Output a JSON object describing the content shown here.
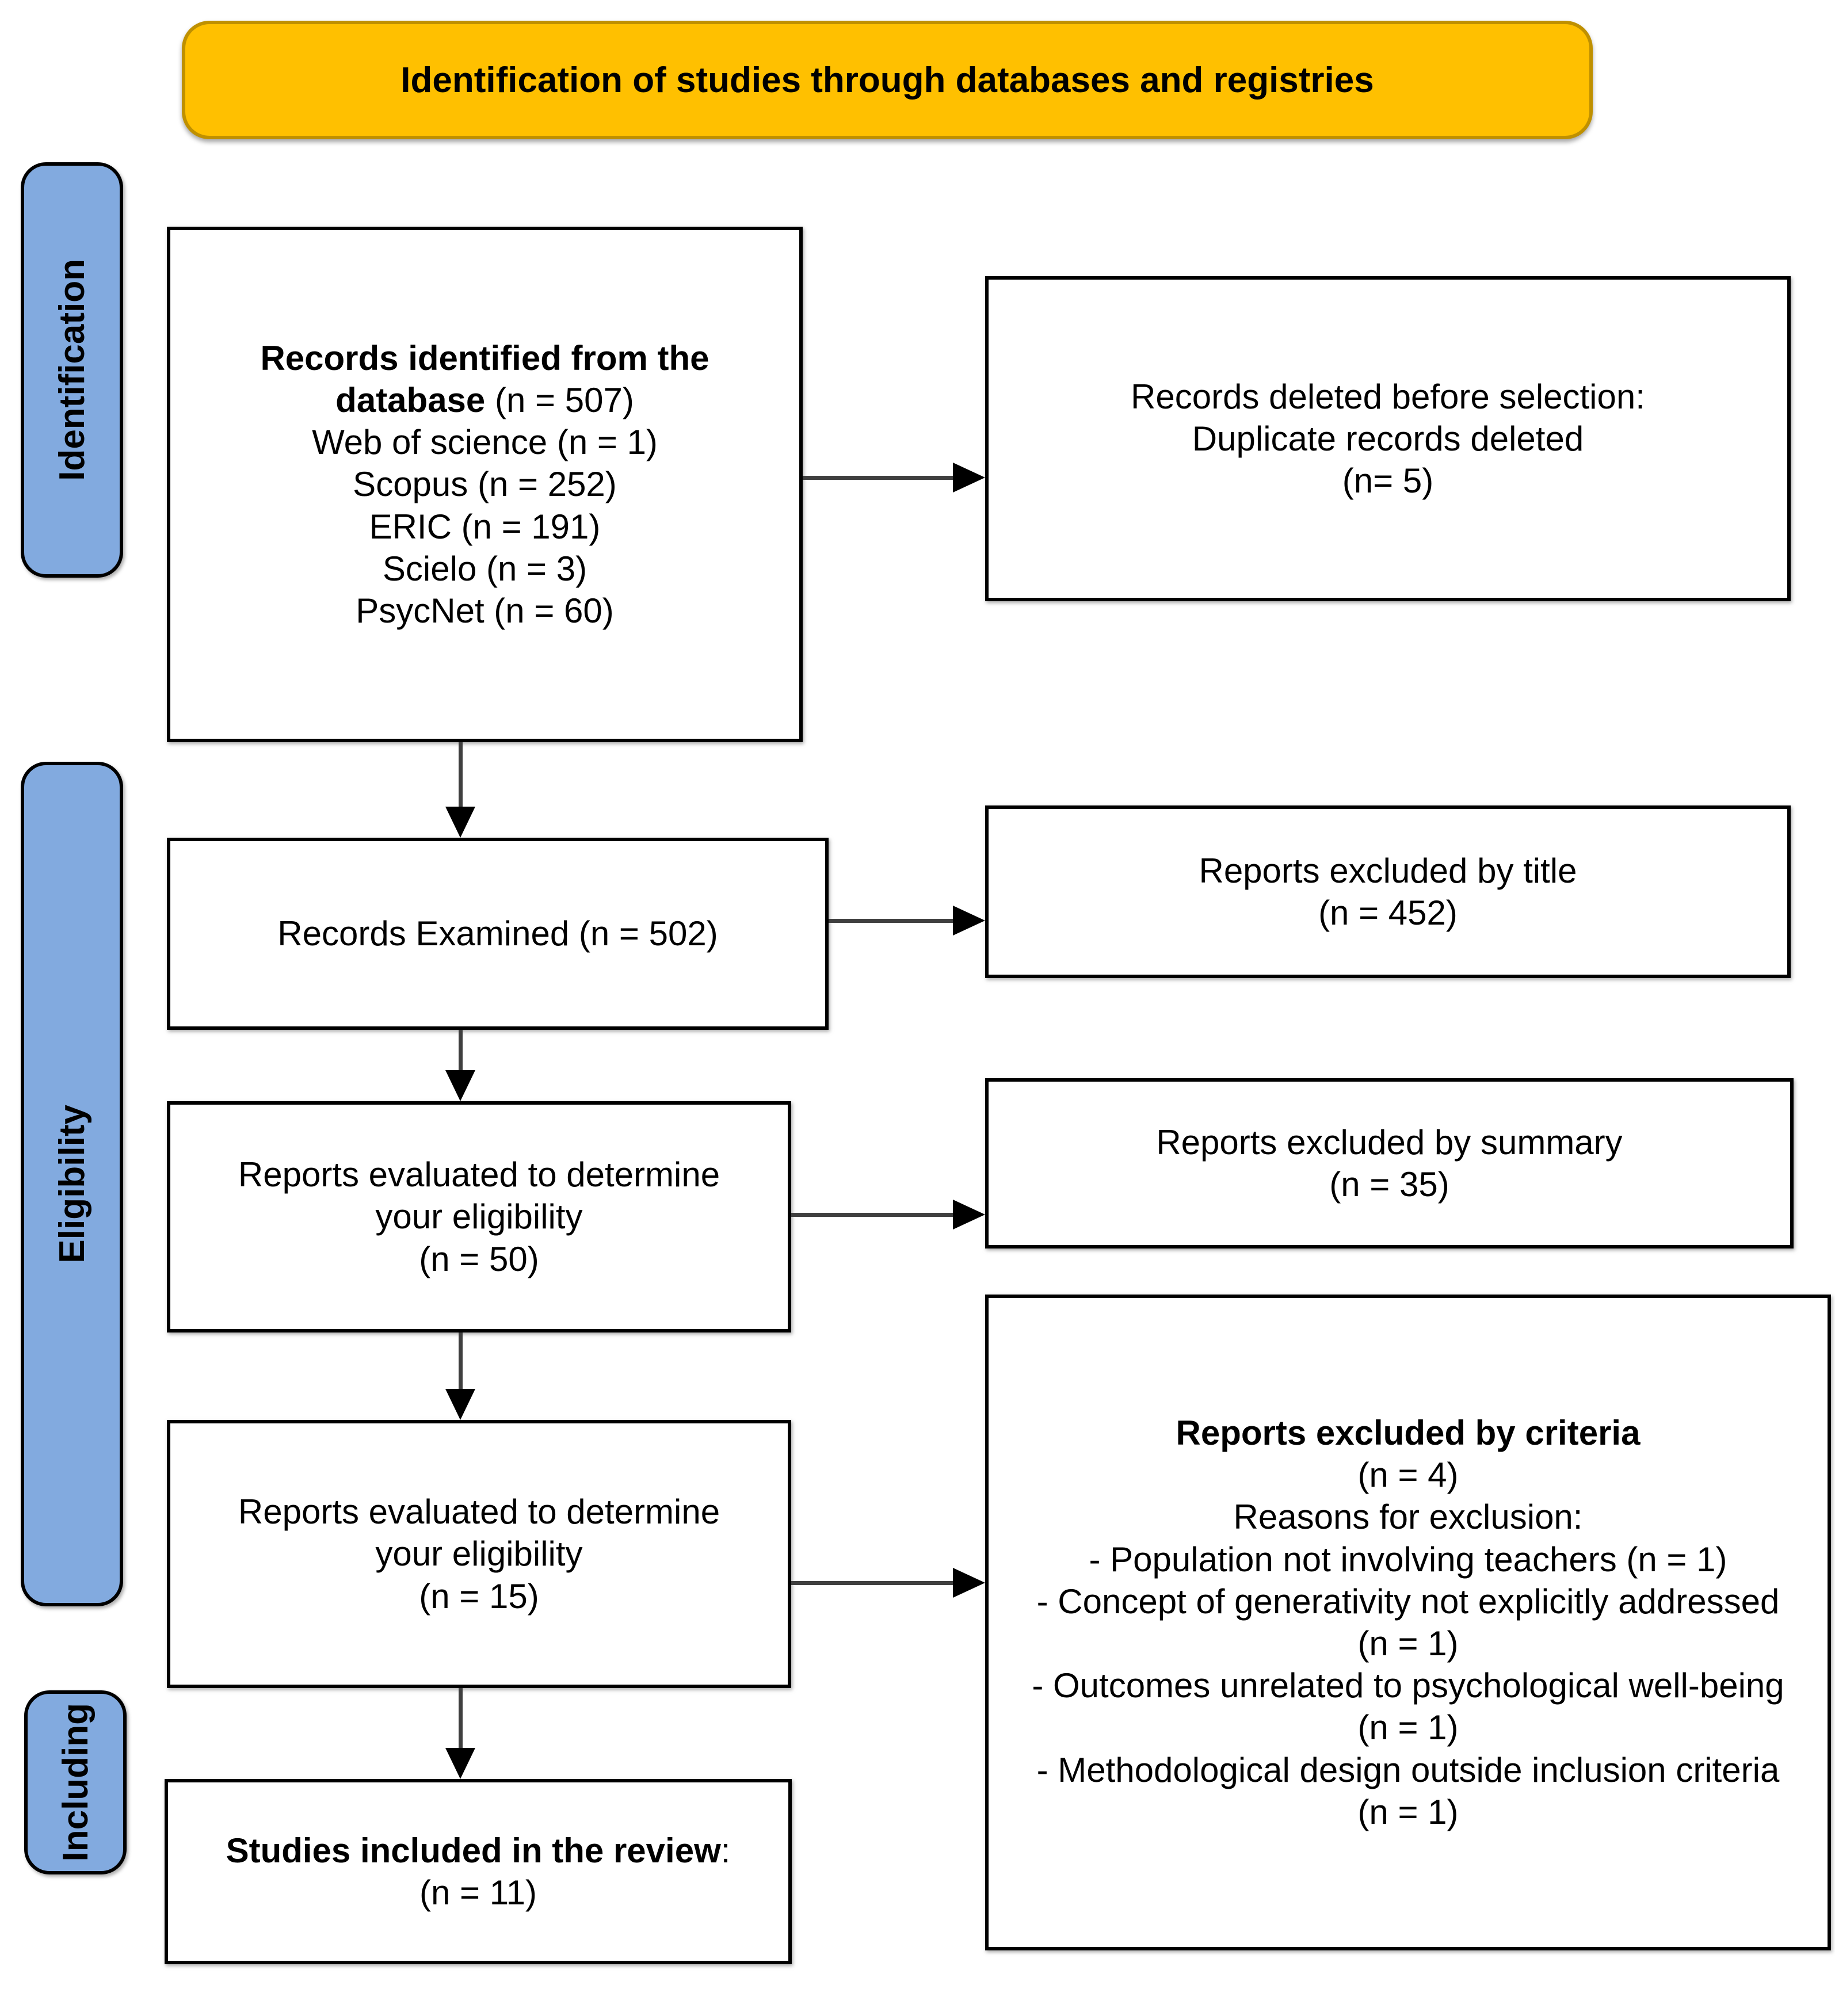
{
  "banner": {
    "title": "Identification of studies through databases and registries"
  },
  "sidebar": {
    "stages": [
      {
        "label": "Identification"
      },
      {
        "label": "Eligibility"
      },
      {
        "label": "Including"
      }
    ]
  },
  "boxes": {
    "identified": {
      "title": "Records identified from the database",
      "count": " (n = 507)",
      "sources": "Web of science (n = 1)\nScopus (n = 252)\nERIC (n = 191)\nScielo (n = 3)\nPsycNet (n = 60)"
    },
    "examined": {
      "text": "Records Examined (n = 502)"
    },
    "evaluated_eligibility_50": {
      "text": "Reports evaluated to determine\nyour eligibility\n(n = 50)"
    },
    "evaluated_eligibility_15": {
      "text": "Reports evaluated to determine\nyour eligibility\n(n = 15)"
    },
    "included": {
      "title": "Studies included in the review",
      "colon": ":",
      "count": "(n = 11)"
    }
  },
  "exclusions": {
    "duplicates": {
      "text": "Records deleted before selection:\nDuplicate records deleted\n(n= 5)"
    },
    "by_title": {
      "text": "Reports excluded by title\n(n = 452)"
    },
    "by_summary": {
      "text": "Reports excluded by summary\n(n = 35)"
    },
    "by_criteria": {
      "title": "Reports excluded by criteria",
      "details": "(n = 4)\nReasons for exclusion:\n- Population not involving teachers (n = 1)\n- Concept of generativity not explicitly addressed (n = 1)\n- Outcomes unrelated to psychological well-being (n = 1)\n- Methodological design outside inclusion criteria (n = 1)"
    }
  },
  "colors": {
    "banner_fill": "#FFC000",
    "banner_border": "#BF9000",
    "stage_fill": "#82AADF",
    "box_border": "#000000",
    "arrow": "#3F3F3F"
  }
}
